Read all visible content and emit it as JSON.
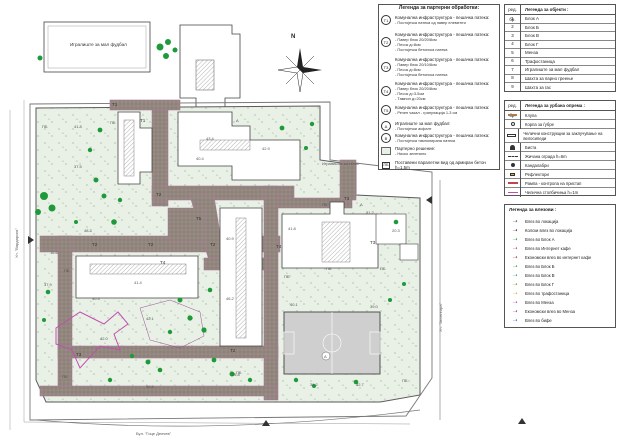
{
  "map": {
    "street_bottom": "Бул. \"Гоце Делчев\"",
    "street_left": "Ул. \"Вардарска\"",
    "street_right": "Ул. \"Зеленгора\"",
    "label_playground_top": "Игралиште за мал фудбал",
    "label_tennis": "Игралиште за тенис",
    "north_label": "N",
    "area_values": [
      "41.8",
      "37.5",
      "43.4",
      "48.2",
      "42.9",
      "41.4",
      "40.4",
      "40.3",
      "42.0",
      "42.1",
      "40.1",
      "39.0",
      "41.8",
      "40.9",
      "46.2",
      "25.8",
      "26.5",
      "32.7",
      "36.2",
      "20.3",
      "21.2",
      "16.6",
      "37.9"
    ],
    "path_codes": [
      "T1",
      "T2",
      "T2",
      "T2",
      "T2",
      "T2",
      "T3",
      "T3",
      "T3",
      "T4",
      "T4",
      "T5",
      "T1"
    ],
    "plan_letters": [
      "A",
      "A",
      "ПБ",
      "ПБ",
      "ПБ",
      "ПБ",
      "ПБ",
      "ПБ",
      "ПБ",
      "ПБ",
      "ПБ",
      "ПБ"
    ]
  },
  "legend_paving": {
    "title": "Легенда за партерни обработки:",
    "items": [
      {
        "code": "T1",
        "text": "Комунална инфраструктура - пешачка патека:",
        "sub": [
          "- Постојечка патека од павер елементи"
        ]
      },
      {
        "code": "T2",
        "text": "Комунална инфраструктура - пешачка патека:",
        "sub": [
          "- Павер блок 20/20/8см",
          "- Песок д=8см",
          "- Постојечка бетонска патека"
        ]
      },
      {
        "code": "T3",
        "text": "Комунална инфраструктура - пешачка патека:",
        "sub": [
          "- Павер блок 20/10/8см",
          "- Песок д=8см",
          "- Постојечка бетонска патека"
        ]
      },
      {
        "code": "T4",
        "text": "Комунална инфраструктура - пешачка патека:",
        "sub": [
          "- Павер блок 20/20/8см",
          "- Песок д=3-5см",
          "- Тампон д=20см"
        ]
      },
      {
        "code": "T5",
        "text": "Комунална инфраструктура - пешачка патека:",
        "sub": [
          "- Речен чакал - гранулација 1-3 см"
        ]
      },
      {
        "code": "A",
        "text": "Игралиште за мал фудбал:",
        "sub": [
          "- Постојечки асфалт"
        ]
      },
      {
        "code": "B",
        "text": "Комунална инфраструктура - пешачка патека:",
        "sub": [
          "- Постојечка тампонирана патека"
        ]
      },
      {
        "code": "",
        "text": "Партерно решение:",
        "sub": [
          "- Ниско зеленило"
        ]
      },
      {
        "code": "ПБ",
        "text": "Поставени паралетни вид од армиран бетон h=1,5m",
        "sub": []
      }
    ]
  },
  "legend_objects": {
    "title": "Легенда за објекти :",
    "header_num": "ред. бр.",
    "rows": [
      {
        "n": "1",
        "label": "Блок А"
      },
      {
        "n": "2",
        "label": "Блок Б"
      },
      {
        "n": "3",
        "label": "Блок В"
      },
      {
        "n": "4",
        "label": "Блок Г"
      },
      {
        "n": "5",
        "label": "Менза"
      },
      {
        "n": "6",
        "label": "Трафостаница"
      },
      {
        "n": "7",
        "label": "Игралиште за мал фудбал"
      },
      {
        "n": "8",
        "label": "Шахта за парно греење"
      },
      {
        "n": "9",
        "label": "Шахта за гас"
      }
    ]
  },
  "legend_urban": {
    "title": "Легенда за урбана опрема :",
    "header_num": "ред. бр.",
    "rows": [
      {
        "label": "Клупа"
      },
      {
        "label": "Корпа за ѓубре"
      },
      {
        "label": "Челични конструкции за заклучување на велосипеди"
      },
      {
        "label": "Биста"
      },
      {
        "label": "Жичана ограда h=6m"
      },
      {
        "label": "Кандалабри"
      },
      {
        "label": "Рефлектори"
      },
      {
        "label": "Рампа - контрола на пристап"
      },
      {
        "label": "Челична столбичиња h=1m"
      }
    ]
  },
  "legend_entrances": {
    "title": "Легенда за влезови :",
    "rows": [
      {
        "label": "Влез во локација",
        "color": "#4a4a4a"
      },
      {
        "label": "Колски влез во локација",
        "color": "#2a2a2a"
      },
      {
        "label": "Влез во Блок А",
        "color": "#3d8f3d"
      },
      {
        "label": "Влез во Интернет кафе",
        "color": "#c24646"
      },
      {
        "label": "Економски влез во интернет кафе",
        "color": "#a33a3a"
      },
      {
        "label": "Влез во Блок Б",
        "color": "#4f9a3a"
      },
      {
        "label": "Влез во Блок В",
        "color": "#3a9a7a"
      },
      {
        "label": "Влез во Блок Г",
        "color": "#6a9a3a"
      },
      {
        "label": "Влез во трафостаница",
        "color": "#d6b23a"
      },
      {
        "label": "Влез во Менза",
        "color": "#b04aa8"
      },
      {
        "label": "Економски влез во Менза",
        "color": "#8a3a8a"
      },
      {
        "label": "Влез во бифе",
        "color": "#3a6ab0"
      }
    ]
  },
  "colors": {
    "grass": "#e9f1e6",
    "path": "#8c7f75",
    "path_edge": "#b07aa0",
    "building": "#ffffff",
    "tree": "#1f9a3a",
    "field": "#cfcfcf",
    "boundary": "#5a5a5a",
    "magenta": "#c24fb0"
  }
}
